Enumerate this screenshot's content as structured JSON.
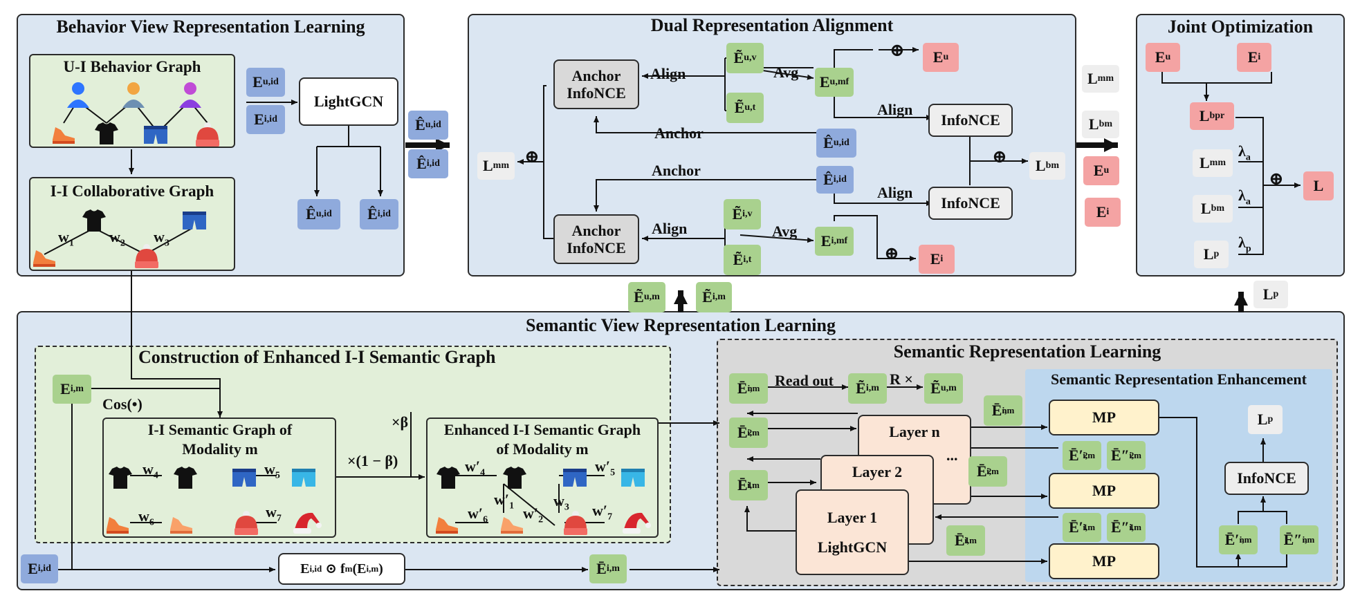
{
  "panels": {
    "behavior": "Behavior View Representation Learning",
    "dual": "Dual Representation Alignment",
    "joint": "Joint Optimization",
    "semantic": "Semantic View Representation Learning",
    "construction": "Construction of Enhanced I-I Semantic Graph",
    "srl": "Semantic Representation Learning",
    "sre": "Semantic Representation Enhancement"
  },
  "behavior": {
    "graph_title": "U-I Behavior Graph",
    "collab_title": "I-I Collaborative Graph",
    "lightgcn": "LightGCN",
    "weights": [
      "w",
      "w",
      "w"
    ],
    "weight_subs": [
      "1",
      "2",
      "3"
    ]
  },
  "dual": {
    "anchor_infonce": "Anchor InfoNCE",
    "infonce": "InfoNCE",
    "align": "Align",
    "avg": "Avg",
    "anchor": "Anchor",
    "oplus": "⊕"
  },
  "joint": {
    "lambda": "λ",
    "lambda_subs": [
      "a",
      "a",
      "p"
    ],
    "oplus": "⊕"
  },
  "semantic": {
    "cos": "Cos(•)",
    "times_beta": "×β",
    "times_one_minus_beta": "×(1 − β)",
    "ssg_title": "I-I Semantic Graph of Modality m",
    "esg_title": "Enhanced I-I Semantic Graph of Modality m",
    "ssg_weights": [
      "w",
      "w",
      "w",
      "w"
    ],
    "ssg_weight_subs": [
      "4",
      "5",
      "6",
      "7"
    ],
    "esg_weights": [
      "w′",
      "w′",
      "w′",
      "w′",
      "w′",
      "w′",
      "w"
    ],
    "esg_weight_subs": [
      "4",
      "5",
      "1",
      "2",
      "6",
      "7",
      "3"
    ],
    "fusion_box": "E",
    "read_out": "Read out",
    "r_times": "R ×",
    "layer_n": "Layer n",
    "layer_2": "Layer 2",
    "layer_1": "Layer 1",
    "lightgcn": "LightGCN",
    "ellipsis": "...",
    "mp": "MP",
    "infonce": "InfoNCE"
  },
  "icons": [
    "user-blue-icon",
    "user-orange-icon",
    "user-purple-icon",
    "sneaker-icon",
    "tshirt-icon",
    "shorts-icon",
    "beanie-icon",
    "santa-hat-icon",
    "swim-shorts-icon"
  ],
  "colors": {
    "panel_bg": "#dbe6f2",
    "green_box": "#dcebd3",
    "gray_box": "#d9d9d9",
    "token_green": "#a9d18e",
    "token_blue": "#8faadc",
    "token_red": "#f4a3a3",
    "token_gray": "#eeeeee",
    "layer_bg": "#fbe5d6",
    "mp_bg": "#fff2cc",
    "sre_bg": "#bdd7ee"
  }
}
